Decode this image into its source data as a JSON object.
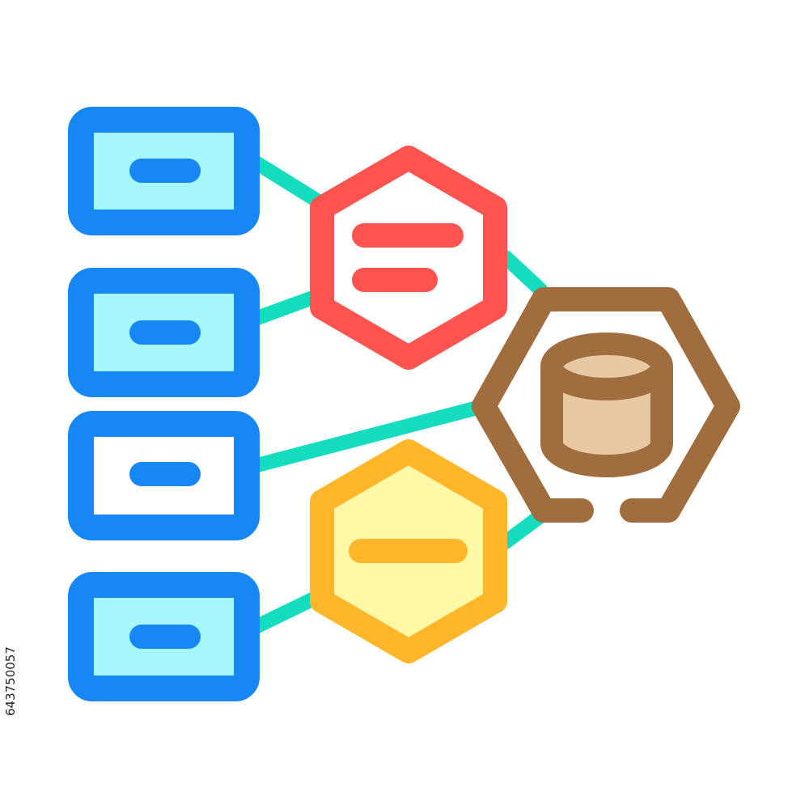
{
  "stock_id": "643750057",
  "colors": {
    "connector": "#13DDBE",
    "box_stroke": "#1687F5",
    "box_fill": "#A7F6FB",
    "red_stroke": "#FF5350",
    "orange_stroke": "#FFB628",
    "orange_fill": "#FFF8A7",
    "brown_stroke": "#A06D3F",
    "brown_fill": "#E7C8A3"
  },
  "icon": {
    "name": "data-mapping-color-icon",
    "boxes": [
      {
        "name": "source-box-1",
        "filled": true
      },
      {
        "name": "source-box-2",
        "filled": true
      },
      {
        "name": "source-box-3",
        "filled": false
      },
      {
        "name": "source-box-4",
        "filled": true
      }
    ],
    "hexagons": [
      {
        "name": "equals-hexagon",
        "color": "red"
      },
      {
        "name": "minus-hexagon",
        "color": "orange"
      },
      {
        "name": "database-hexagon",
        "color": "brown"
      }
    ]
  }
}
